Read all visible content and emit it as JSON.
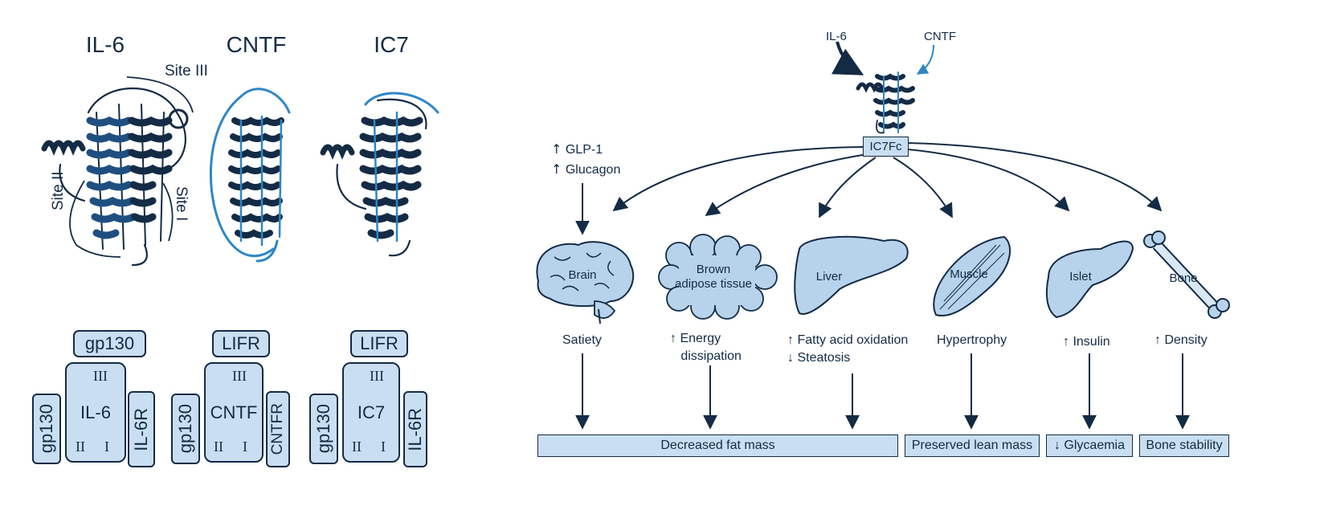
{
  "left": {
    "titles": [
      "IL-6",
      "CNTF",
      "IC7"
    ],
    "sites": {
      "site3": "Site III",
      "site2": "Site II",
      "site1": "Site I"
    },
    "complexes": [
      {
        "top": "gp130",
        "left": "gp130",
        "center": "IL-6",
        "right": "IL-6R",
        "roman_top": "III",
        "roman_left": "II",
        "roman_right": "I"
      },
      {
        "top": "LIFR",
        "left": "gp130",
        "center": "CNTF",
        "right": "CNTFR",
        "roman_top": "III",
        "roman_left": "II",
        "roman_right": "I"
      },
      {
        "top": "LIFR",
        "left": "gp130",
        "center": "IC7",
        "right": "IL-6R",
        "roman_top": "III",
        "roman_left": "II",
        "roman_right": "I"
      }
    ]
  },
  "right": {
    "inputs": {
      "il6": "IL-6",
      "cntf": "CNTF"
    },
    "hub": "IC7Fc",
    "hormones": {
      "arrow": "↑",
      "glp1": "GLP-1",
      "glucagon": "Glucagon"
    },
    "organs": [
      {
        "name": "Brain"
      },
      {
        "name": "Brown\nadipose tissue"
      },
      {
        "name": "Liver"
      },
      {
        "name": "Muscle"
      },
      {
        "name": "Islet"
      },
      {
        "name": "Bone"
      }
    ],
    "effects": {
      "satiety": "Satiety",
      "energy": "↑ Energy\n   dissipation",
      "liver": "↑ Fatty acid oxidation\n↓ Steatosis",
      "hypertrophy": "Hypertrophy",
      "insulin": "↑ Insulin",
      "density": "↑ Density"
    },
    "outcomes": [
      "Decreased fat mass",
      "Preserved lean mass",
      "↓ Glycaemia",
      "Bone stability"
    ]
  },
  "colors": {
    "dark": "#142b45",
    "mid": "#2f86c6",
    "fill": "#c9def0",
    "organ": "#b7d3ec"
  }
}
